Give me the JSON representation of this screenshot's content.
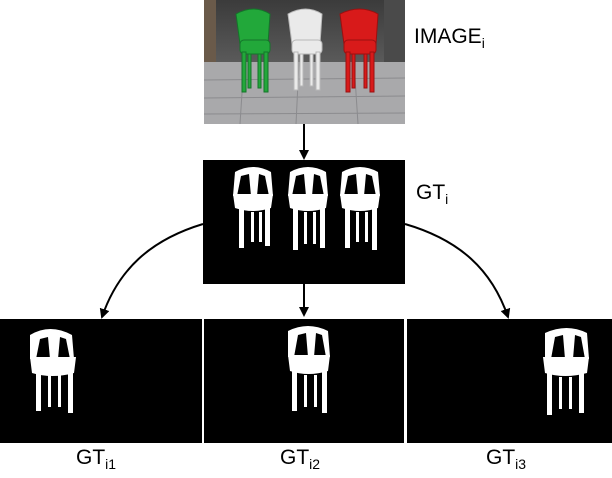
{
  "source": {
    "label": "IMAGE",
    "subscript": "i",
    "chair_colors": [
      "#22a83a",
      "#eaeaea",
      "#d81a1a"
    ]
  },
  "ground_truth": {
    "label": "GT",
    "subscript": "i"
  },
  "splits": [
    {
      "label": "GT",
      "subscript": "i1",
      "chair_position": "left"
    },
    {
      "label": "GT",
      "subscript": "i2",
      "chair_position": "center"
    },
    {
      "label": "GT",
      "subscript": "i3",
      "chair_position": "right"
    }
  ],
  "colors": {
    "mask_background": "#000000",
    "mask_foreground": "#ffffff",
    "arrow": "#000000"
  }
}
